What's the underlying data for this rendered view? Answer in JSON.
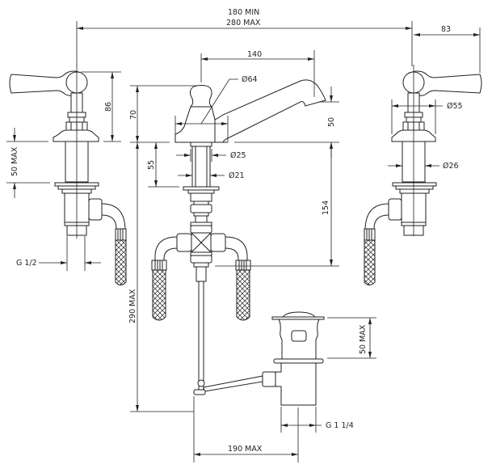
{
  "drawing": {
    "title": "Three-hole basin mixer with lever handles and pop-up waste — dimensional drawing",
    "line_color": "#231f20",
    "background": "#ffffff",
    "dimensions": {
      "overall_min": "180 MIN",
      "overall_max": "280 MAX",
      "handle_reach": "83",
      "spout_reach": "140",
      "spout_base_dia": "Ø64",
      "handle_height": "86",
      "spout_body_height": "70",
      "spout_outlet_height": "50",
      "handle_rosette_dia": "Ø55",
      "spout_shank_dia_outer": "Ø25",
      "spout_shank_dia_inner": "Ø21",
      "spout_shank_length": "55",
      "valve_shank_dia": "Ø26",
      "valve_shank_max": "50 MAX",
      "connector_depth": "154",
      "overall_depth_max": "290 MAX",
      "valve_thread": "G 1/2",
      "waste_height_max": "50 MAX",
      "waste_thread": "G 1 1/4",
      "waste_offset_max": "190 MAX"
    },
    "components": [
      {
        "name": "left-valve",
        "description": "Lever handle valve (left)"
      },
      {
        "name": "spout",
        "description": "Central spout with pop-up knob"
      },
      {
        "name": "right-valve",
        "description": "Lever handle valve (right)"
      },
      {
        "name": "tee-connector",
        "description": "Cross connector with flexible hoses"
      },
      {
        "name": "pop-up-waste",
        "description": "Pop-up waste with lift rod"
      }
    ]
  }
}
